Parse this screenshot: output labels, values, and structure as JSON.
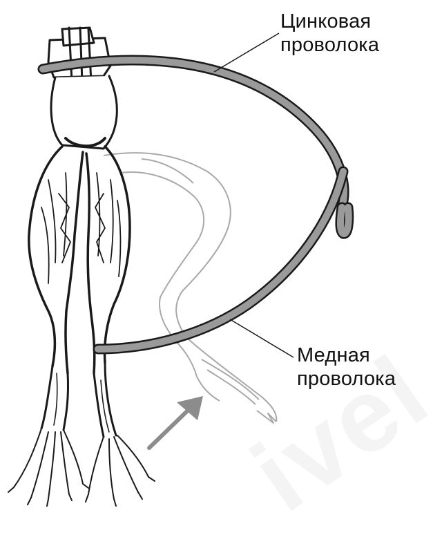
{
  "labels": {
    "zinc_line1": "Цинковая",
    "zinc_line2": "проволока",
    "copper_line1": "Медная",
    "copper_line2": "проволока"
  },
  "watermark": "ivel",
  "colors": {
    "wire": "#9a9a9a",
    "wire_outline": "#1a1a1a",
    "ink": "#1a1a1a",
    "ghost_leg": "#a8a8a8",
    "arrow": "#8c8c8c"
  }
}
